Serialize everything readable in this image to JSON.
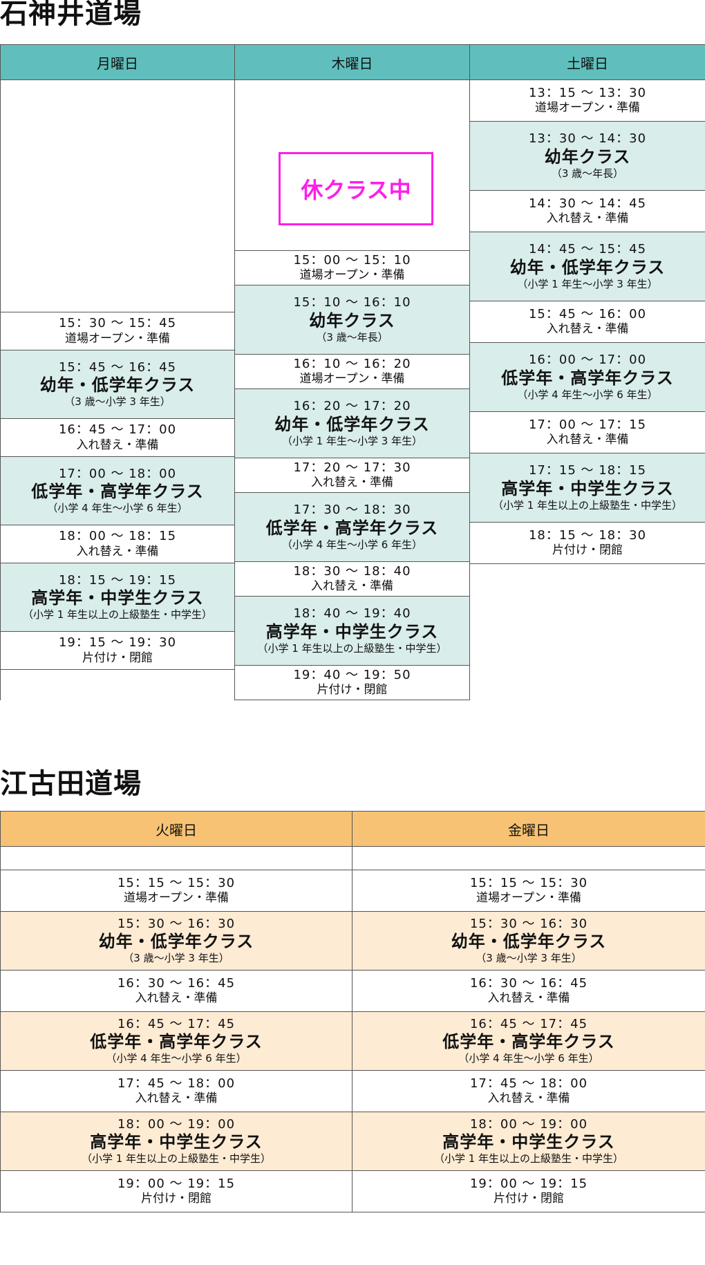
{
  "sections": [
    {
      "title": "石神井道場",
      "accent": "#60bfbd",
      "light": "#d9edeb",
      "days": [
        {
          "id": "mon",
          "label": "月曜日",
          "rows": [
            {
              "type": "small",
              "time": "15：30 ～ 15：45",
              "label": "道場オープン・準備"
            },
            {
              "type": "cls",
              "time": "15：45 ～ 16：45",
              "name": "幼年・低学年クラス",
              "note": "（3 歳～小学 3 年生）"
            },
            {
              "type": "small",
              "time": "16：45 ～ 17：00",
              "label": "入れ替え・準備"
            },
            {
              "type": "cls",
              "time": "17：00 ～ 18：00",
              "name": "低学年・高学年クラス",
              "note": "（小学 4 年生～小学 6 年生）"
            },
            {
              "type": "small",
              "time": "18：00 ～ 18：15",
              "label": "入れ替え・準備"
            },
            {
              "type": "cls",
              "time": "18：15 ～ 19：15",
              "name": "高学年・中学生クラス",
              "note": "（小学 1 年生以上の上級塾生・中学生）"
            },
            {
              "type": "small",
              "time": "19：15 ～ 19：30",
              "label": "片付け・閉館"
            }
          ]
        },
        {
          "id": "thu",
          "label": "木曜日",
          "rows": [
            {
              "type": "small",
              "time": "15：00 ～ 15：10",
              "label": "道場オープン・準備"
            },
            {
              "type": "cls",
              "time": "15：10 ～ 16：10",
              "name": "幼年クラス",
              "note": "（3 歳～年長）"
            },
            {
              "type": "small",
              "time": "16：10 ～ 16：20",
              "label": "道場オープン・準備"
            },
            {
              "type": "cls",
              "time": "16：20 ～ 17：20",
              "name": "幼年・低学年クラス",
              "note": "（小学 1 年生～小学 3 年生）"
            },
            {
              "type": "small",
              "time": "17：20 ～ 17：30",
              "label": "入れ替え・準備"
            },
            {
              "type": "cls",
              "time": "17：30 ～ 18：30",
              "name": "低学年・高学年クラス",
              "note": "（小学 4 年生～小学 6 年生）"
            },
            {
              "type": "small",
              "time": "18：30 ～ 18：40",
              "label": "入れ替え・準備"
            },
            {
              "type": "cls",
              "time": "18：40 ～ 19：40",
              "name": "高学年・中学生クラス",
              "note": "（小学 1 年生以上の上級塾生・中学生）"
            },
            {
              "type": "small",
              "time": "19：40 ～ 19：50",
              "label": "片付け・閉館"
            }
          ]
        },
        {
          "id": "sat",
          "label": "土曜日",
          "rows": [
            {
              "type": "small",
              "time": "13：15 ～ 13：30",
              "label": "道場オープン・準備"
            },
            {
              "type": "cls",
              "time": "13：30 ～ 14：30",
              "name": "幼年クラス",
              "note": "（3 歳～年長）"
            },
            {
              "type": "small",
              "time": "14：30 ～ 14：45",
              "label": "入れ替え・準備"
            },
            {
              "type": "cls",
              "time": "14：45 ～ 15：45",
              "name": "幼年・低学年クラス",
              "note": "（小学 1 年生～小学 3 年生）"
            },
            {
              "type": "small",
              "time": "15：45 ～ 16：00",
              "label": "入れ替え・準備"
            },
            {
              "type": "cls",
              "time": "16：00 ～ 17：00",
              "name": "低学年・高学年クラス",
              "note": "（小学 4 年生～小学 6 年生）"
            },
            {
              "type": "small",
              "time": "17：00 ～ 17：15",
              "label": "入れ替え・準備"
            },
            {
              "type": "cls",
              "time": "17：15 ～ 18：15",
              "name": "高学年・中学生クラス",
              "note": "（小学 1 年生以上の上級塾生・中学生）"
            },
            {
              "type": "small",
              "time": "18：15 ～ 18：30",
              "label": "片付け・閉館"
            }
          ]
        }
      ]
    },
    {
      "title": "江古田道場",
      "accent": "#f7c273",
      "light": "#fdebd4",
      "days": [
        {
          "id": "tue",
          "label": "火曜日",
          "rows": [
            {
              "type": "small",
              "time": "15：15 ～ 15：30",
              "label": "道場オープン・準備"
            },
            {
              "type": "cls",
              "time": "15：30 ～ 16：30",
              "name": "幼年・低学年クラス",
              "note": "（3 歳～小学 3 年生）"
            },
            {
              "type": "small",
              "time": "16：30 ～ 16：45",
              "label": "入れ替え・準備"
            },
            {
              "type": "cls",
              "time": "16：45 ～ 17：45",
              "name": "低学年・高学年クラス",
              "note": "（小学 4 年生～小学 6 年生）"
            },
            {
              "type": "small",
              "time": "17：45 ～ 18：00",
              "label": "入れ替え・準備"
            },
            {
              "type": "cls",
              "time": "18：00 ～ 19：00",
              "name": "高学年・中学生クラス",
              "note": "（小学 1 年生以上の上級塾生・中学生）"
            },
            {
              "type": "small",
              "time": "19：00 ～ 19：15",
              "label": "片付け・閉館"
            }
          ]
        },
        {
          "id": "fri",
          "label": "金曜日",
          "rows": [
            {
              "type": "small",
              "time": "15：15 ～ 15：30",
              "label": "道場オープン・準備"
            },
            {
              "type": "cls",
              "time": "15：30 ～ 16：30",
              "name": "幼年・低学年クラス",
              "note": "（3 歳～小学 3 年生）"
            },
            {
              "type": "small",
              "time": "16：30 ～ 16：45",
              "label": "入れ替え・準備"
            },
            {
              "type": "cls",
              "time": "16：45 ～ 17：45",
              "name": "低学年・高学年クラス",
              "note": "（小学 4 年生～小学 6 年生）"
            },
            {
              "type": "small",
              "time": "17：45 ～ 18：00",
              "label": "入れ替え・準備"
            },
            {
              "type": "cls",
              "time": "18：00 ～ 19：00",
              "name": "高学年・中学生クラス",
              "note": "（小学 1 年生以上の上級塾生・中学生）"
            },
            {
              "type": "small",
              "time": "19：00 ～ 19：15",
              "label": "片付け・閉館"
            }
          ]
        }
      ]
    }
  ],
  "overlay": {
    "text": "休クラス中",
    "color": "#ff1de8"
  }
}
